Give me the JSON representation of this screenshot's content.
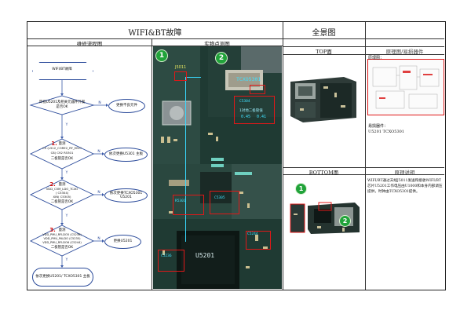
{
  "header": {
    "title": "WIFI&BT故障",
    "overview_title": "全景图"
  },
  "left": {
    "flow_header": "维修流程图",
    "photo_header": "实物点测图"
  },
  "flow": {
    "start": "WIFI/BT故障",
    "q1": "目视U5201及相关元器件外观是否OK",
    "q1_no": "更换不良元件",
    "n1": "1.",
    "q2_a": "量测",
    "q2_b": "C5 (L512_CORE2_RF_EN.C",
    "q2_c": "C8)  C92 R5301",
    "q2_d": "二极管是否OK",
    "q2_no": "依次更换U5301 主板",
    "n2": "2.",
    "q3_a": "量测",
    "q3_b": "VDD_C5M_LDO_TCXO",
    "q3_c": "( C5304)",
    "q3_d": "XIN( C5305)",
    "q3_e": "二极管是否OK",
    "q3_no": "依次更换TCXO5301 U5201",
    "n3": "3.",
    "q4_a": "量测",
    "q4_b": "VDD_PMU_RFLDO5 (C5236)",
    "q4_c": "VDD_PMU_PALDO (C5235)",
    "q4_d": "VDD_PMU_RFLDO6 (C5244)",
    "q4_e": "二极管是否OK",
    "q4_no": "更换U5201",
    "end": "依次更换U5201/ TCXO5301 主板",
    "yes": "Y",
    "no": "N"
  },
  "photo": {
    "c1": "1",
    "c2": "2",
    "j5": "J5011",
    "tcxo": "TCXO5301",
    "tcxo_note": "1对地二极管值",
    "c5304": "C5304",
    "c5305": "C5305",
    "u5201": "U5201",
    "r5301": "R5301",
    "c5236": "C5236",
    "c5244": "C5244",
    "val1": "0.45",
    "val2": "0.41"
  },
  "right": {
    "top_label": "TOP面",
    "schem_header": "原理图/易损器件",
    "schem_caption": "原理图：",
    "parts_caption": "易损器件：",
    "parts": "U5201  TCXO5301",
    "bottom_label": "BOTTOM面",
    "desc_header": "原理说明",
    "desc": "WIFI/BT通过天线J5011发送和接收WIFI/BT芯片U5201工作电压由U1000和本身内部调压提供，时钟由TCXO5301提供。",
    "c1": "1",
    "c2": "2"
  }
}
